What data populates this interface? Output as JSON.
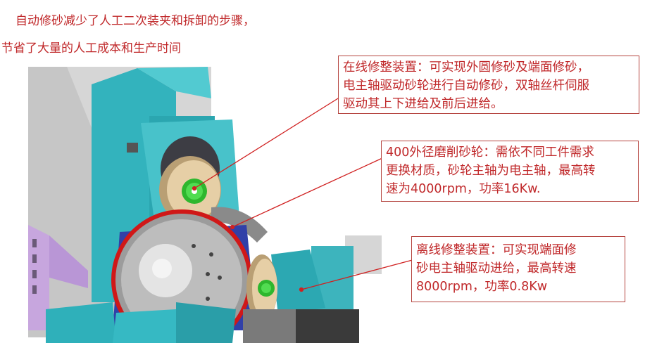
{
  "header": {
    "line1": "自动修砂减少了人工二次装夹和拆卸的步骤，",
    "line2": "节省了大量的人工成本和生产时间"
  },
  "callouts": {
    "online_dresser": {
      "lines": [
        "在线修整装置：可实现外圆修砂及端面修砂，",
        "电主轴驱动砂轮进行自动修砂，双轴丝杆伺服",
        "驱动其上下进给及前后进给。"
      ]
    },
    "grinding_wheel": {
      "lines": [
        "400外径磨削砂轮：需依不同工件需求",
        "更换材质，砂轮主轴为电主轴，最高转",
        "速为4000rpm，功率16Kw."
      ]
    },
    "offline_dresser": {
      "lines": [
        "离线修整装置：可实现端面修",
        "砂电主轴驱动进给，最高转速",
        "8000rpm，功率0.8Kw"
      ]
    }
  },
  "colors": {
    "text_red": "#c0282a",
    "callout_border": "#b5443f",
    "machine_teal": "#3ec0c8",
    "machine_gray": "#c8c8c8",
    "wheel_tan": "#e2cba2",
    "hub_green": "#3dd43d",
    "guard_red": "#d01818",
    "accent_purple": "#c8a8e0"
  }
}
